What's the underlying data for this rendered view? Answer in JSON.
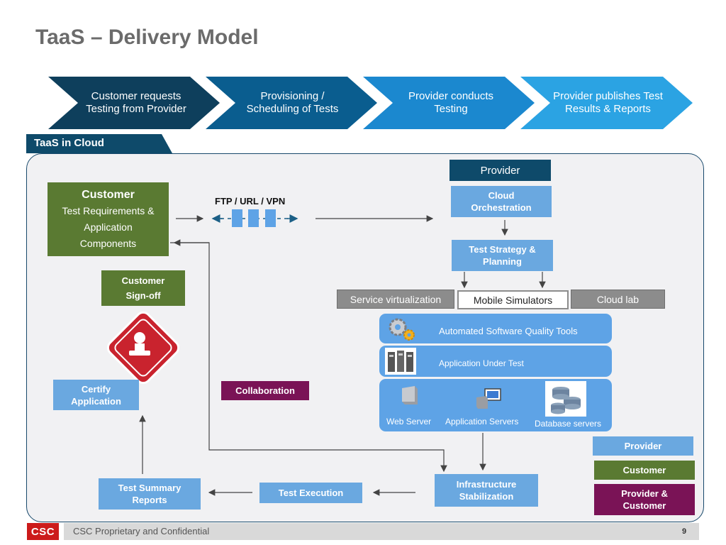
{
  "title": "TaaS – Delivery Model",
  "process": {
    "step1": "Customer requests Testing from Provider",
    "step2": "Provisioning / Scheduling of  Tests",
    "step3": "Provider conducts Testing",
    "step4": "Provider publishes Test Results & Reports"
  },
  "tab": "TaaS  in Cloud",
  "provider_header": "Provider",
  "customer_box": {
    "title": "Customer",
    "line1": "Test Requirements  &",
    "line2": "Application",
    "line3": "Components"
  },
  "ftp_label": "FTP  / URL / VPN",
  "cloud_orchestration": "Cloud Orchestration",
  "test_strategy": "Test Strategy & Planning",
  "service_virtualization": "Service virtualization",
  "mobile_simulators": "Mobile Simulators",
  "cloud_lab": "Cloud lab",
  "automated_tools": "Automated Software Quality Tools",
  "app_under_test": "Application Under Test",
  "web_server": "Web Server",
  "app_servers": "Application Servers",
  "db_servers": "Database servers",
  "customer_signoff": {
    "line1": "Customer",
    "line2": "Sign-off"
  },
  "certify": "Certify Application",
  "collaboration": "Collaboration",
  "infra_stabilization": "Infrastructure Stabilization",
  "test_execution": "Test Execution",
  "test_summary": "Test Summary Reports",
  "legend": {
    "provider": "Provider",
    "customer": "Customer",
    "both": "Provider  & Customer"
  },
  "footer": {
    "logo": "CSC",
    "text": "CSC Proprietary and Confidential",
    "page": "9"
  },
  "colors": {
    "chevron1": "#0e3f5c",
    "chevron2": "#0a5d8f",
    "chevron3": "#1b88cf",
    "chevron4": "#2ba3e3",
    "light_blue": "#6aa8e0",
    "green": "#5a7a32",
    "purple": "#7a1356",
    "navy": "#0e4a6a"
  }
}
